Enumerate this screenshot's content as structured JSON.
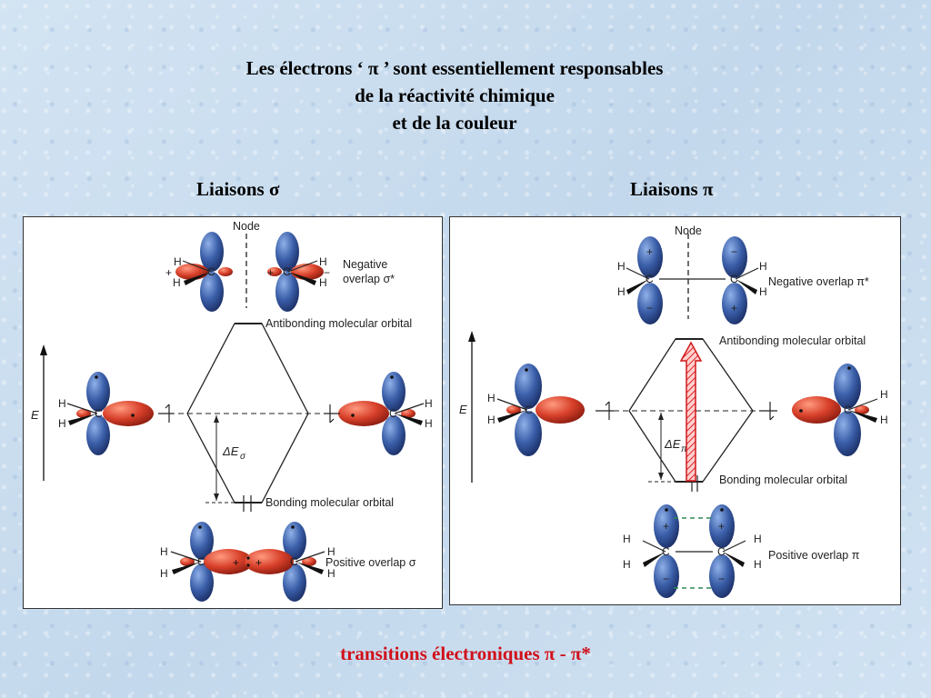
{
  "title": {
    "line1": "Les électrons ‘ π ’ sont essentiellement responsables",
    "line2": "de la réactivité chimique",
    "line3": "et de la couleur"
  },
  "sigma": {
    "heading": "Liaisons σ",
    "node": "Node",
    "negative_overlap": "Negative",
    "negative_overlap2": "overlap σ*",
    "antibonding": "Antibonding molecular orbital",
    "bonding": "Bonding molecular orbital",
    "positive_overlap": "Positive overlap σ",
    "energy_axis": "E",
    "delta_e": "ΔE",
    "delta_sub": "σ"
  },
  "pi": {
    "heading": "Liaisons π",
    "node": "Node",
    "negative_overlap": "Negative overlap π*",
    "antibonding": "Antibonding molecular orbital",
    "bonding": "Bonding molecular orbital",
    "positive_overlap": "Positive overlap π",
    "energy_axis": "E",
    "delta_e": "ΔE",
    "delta_sub": "π"
  },
  "atoms": {
    "carbon": "C",
    "hydrogen": "H",
    "plus": "+",
    "minus": "−"
  },
  "footer": "transitions électroniques  π - π*",
  "colors": {
    "blue_lobe": "#3a5ea8",
    "red_lobe": "#d8402a",
    "footer_text": "#d0101a",
    "arrow_red": "#e02020",
    "dash_green": "#2e8b57"
  }
}
